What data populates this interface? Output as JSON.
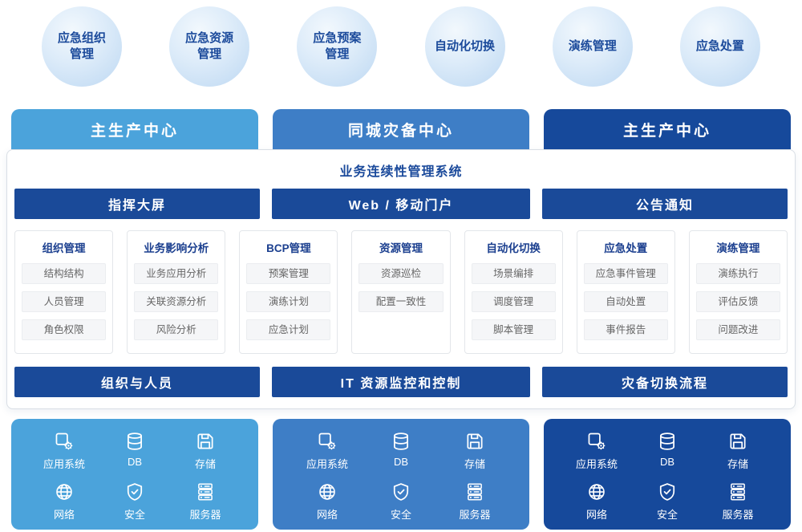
{
  "colors": {
    "light_blue": "#4ba3db",
    "medium_blue": "#3e7ec6",
    "dark_blue": "#16499b",
    "bar_navy": "#1a4a99",
    "title_navy": "#1b4a9b"
  },
  "bubbles": [
    {
      "label": "应急组织\n管理"
    },
    {
      "label": "应急资源\n管理"
    },
    {
      "label": "应急预案\n管理"
    },
    {
      "label": "自动化切换"
    },
    {
      "label": "演练管理"
    },
    {
      "label": "应急处置"
    }
  ],
  "centers": [
    {
      "label": "主生产中心"
    },
    {
      "label": "同城灾备中心"
    },
    {
      "label": "主生产中心"
    }
  ],
  "system": {
    "title": "业务连续性管理系统",
    "portals": [
      {
        "label": "指挥大屏"
      },
      {
        "label": "Web / 移动门户"
      },
      {
        "label": "公告通知"
      }
    ],
    "cards": [
      {
        "title": "组织管理",
        "items": [
          "结构结构",
          "人员管理",
          "角色权限"
        ]
      },
      {
        "title": "业务影响分析",
        "items": [
          "业务应用分析",
          "关联资源分析",
          "风险分析"
        ]
      },
      {
        "title": "BCP管理",
        "items": [
          "预案管理",
          "演练计划",
          "应急计划"
        ]
      },
      {
        "title": "资源管理",
        "items": [
          "资源巡检",
          "配置一致性"
        ]
      },
      {
        "title": "自动化切换",
        "items": [
          "场景编排",
          "调度管理",
          "脚本管理"
        ]
      },
      {
        "title": "应急处置",
        "items": [
          "应急事件管理",
          "自动处置",
          "事件报告"
        ]
      },
      {
        "title": "演练管理",
        "items": [
          "演练执行",
          "评估反馈",
          "问题改进"
        ]
      }
    ],
    "footers": [
      {
        "label": "组织与人员"
      },
      {
        "label": "IT 资源监控和控制"
      },
      {
        "label": "灾备切换流程"
      }
    ]
  },
  "infra": {
    "items": [
      {
        "icon": "app-system-icon",
        "label": "应用系统"
      },
      {
        "icon": "database-icon",
        "label": "DB"
      },
      {
        "icon": "storage-icon",
        "label": "存储"
      },
      {
        "icon": "network-icon",
        "label": "网络"
      },
      {
        "icon": "security-icon",
        "label": "安全"
      },
      {
        "icon": "server-icon",
        "label": "服务器"
      }
    ]
  }
}
